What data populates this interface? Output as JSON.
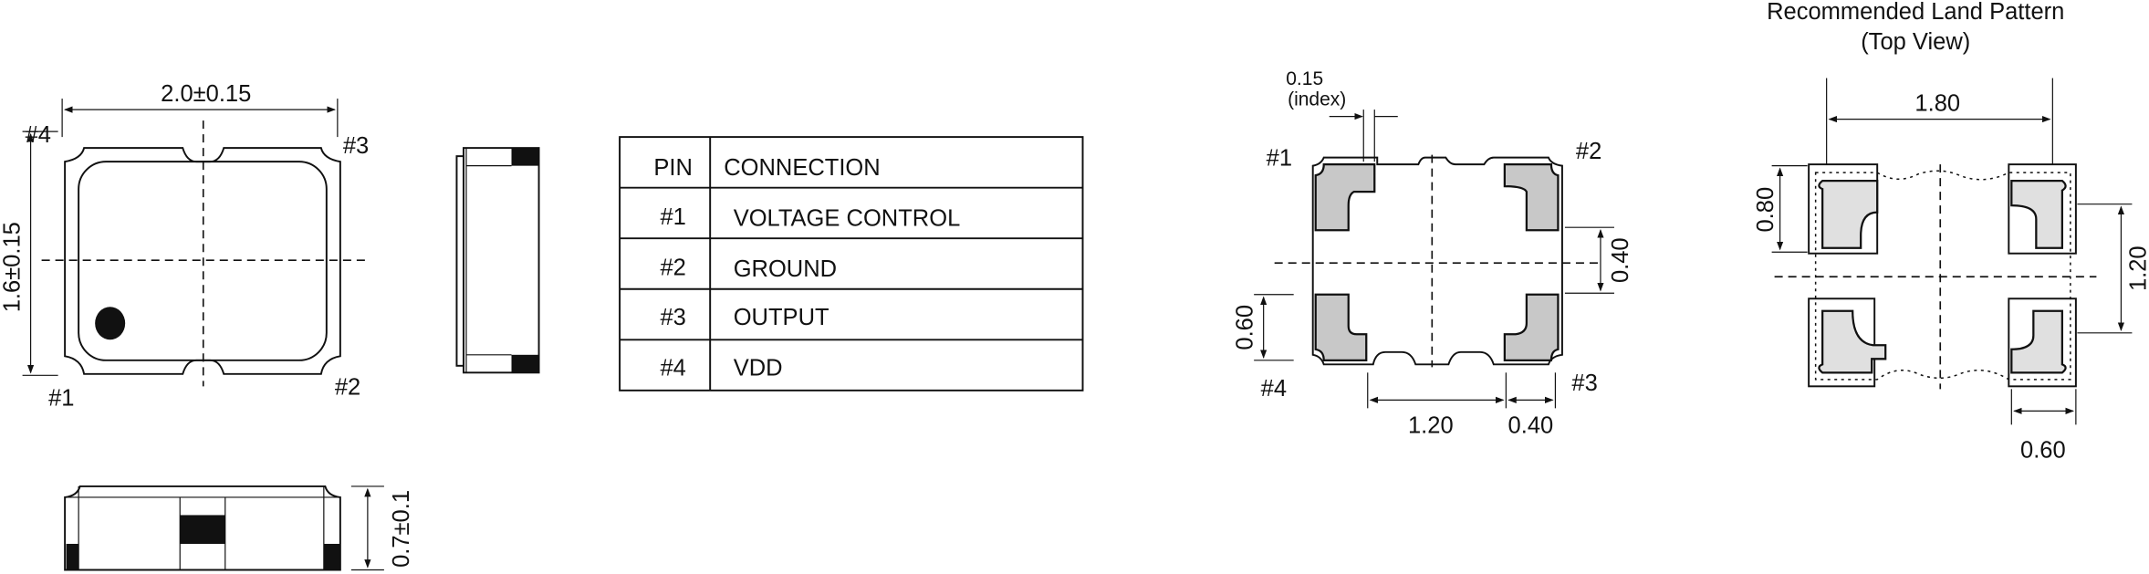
{
  "top_view": {
    "width_dim": "2.0±0.15",
    "height_dim": "1.6±0.15",
    "pins": {
      "p1": "#1",
      "p2": "#2",
      "p3": "#3",
      "p4": "#4"
    }
  },
  "bottom_side_view": {
    "height_dim": "0.7±0.1"
  },
  "pin_table": {
    "headers": [
      "PIN",
      "CONNECTION"
    ],
    "rows": [
      {
        "pin": "#1",
        "connection": "VOLTAGE CONTROL"
      },
      {
        "pin": "#2",
        "connection": "GROUND"
      },
      {
        "pin": "#3",
        "connection": "OUTPUT"
      },
      {
        "pin": "#4",
        "connection": "VDD"
      }
    ]
  },
  "pad_view": {
    "index_dim": "0.15",
    "index_label": "(index)",
    "pins": {
      "p1": "#1",
      "p2": "#2",
      "p3": "#3",
      "p4": "#4"
    },
    "dim_pad_gap": "0.40",
    "dim_pad_height": "0.60",
    "dim_pitch": "1.20",
    "dim_pad_width": "0.40"
  },
  "land_pattern": {
    "title": "Recommended Land Pattern",
    "subtitle": "(Top View)",
    "dim_width": "1.80",
    "dim_height": "0.80",
    "dim_pitch": "1.20",
    "dim_pad_width": "0.60"
  }
}
